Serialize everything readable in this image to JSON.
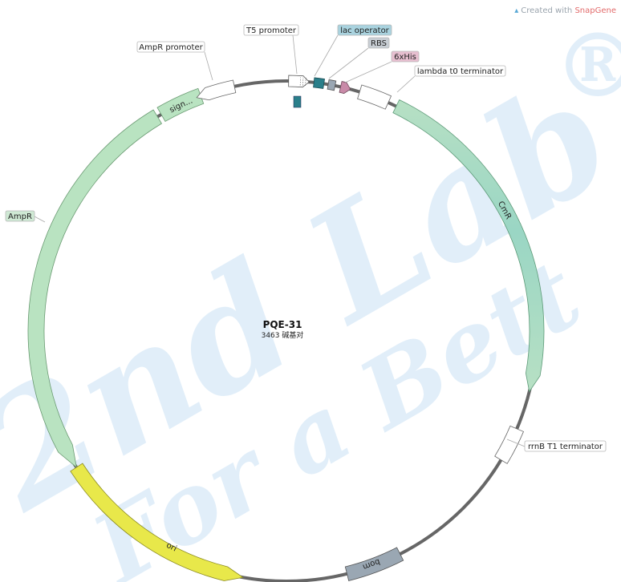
{
  "credit": {
    "prefix": "Created with",
    "brand": "SnapGene"
  },
  "plasmid": {
    "name": "PQE-31",
    "length_label": "3463 碱基对"
  },
  "watermark": {
    "line1": "2nd Lab",
    "line2": "For a Bett",
    "symbol": "®"
  },
  "features": [
    {
      "id": "t5",
      "label": "T5 promoter",
      "type": "promoter",
      "color": "#ffffff"
    },
    {
      "id": "lac",
      "label": "lac operator",
      "type": "protein_bind",
      "color": "#2a7f8a",
      "label_bg": "#a9d3df"
    },
    {
      "id": "rbs",
      "label": "RBS",
      "type": "rbs",
      "color": "#9aa7b3",
      "label_bg": "#c8ced4"
    },
    {
      "id": "his",
      "label": "6xHis",
      "type": "tag",
      "color": "#c98aa8",
      "label_bg": "#e7bfd0"
    },
    {
      "id": "lambda",
      "label": "lambda t0 terminator",
      "type": "terminator",
      "color": "#ffffff"
    },
    {
      "id": "cmr",
      "label": "CmR",
      "type": "cds",
      "color": "#a7dbb8"
    },
    {
      "id": "rrnb",
      "label": "rrnB T1 terminator",
      "type": "terminator",
      "color": "#ffffff"
    },
    {
      "id": "bom",
      "label": "bom",
      "type": "misc",
      "color": "#9aa7b3"
    },
    {
      "id": "ori",
      "label": "ori",
      "type": "rep_origin",
      "color": "#e8e84a"
    },
    {
      "id": "ampr",
      "label": "AmpR",
      "type": "cds",
      "color": "#b9e3c1",
      "label_bg": "#cfe9d4"
    },
    {
      "id": "sig",
      "label": "sign...",
      "type": "sig_peptide",
      "color": "#b9e3c1"
    },
    {
      "id": "amprp",
      "label": "AmpR promoter",
      "type": "promoter",
      "color": "#ffffff"
    }
  ]
}
